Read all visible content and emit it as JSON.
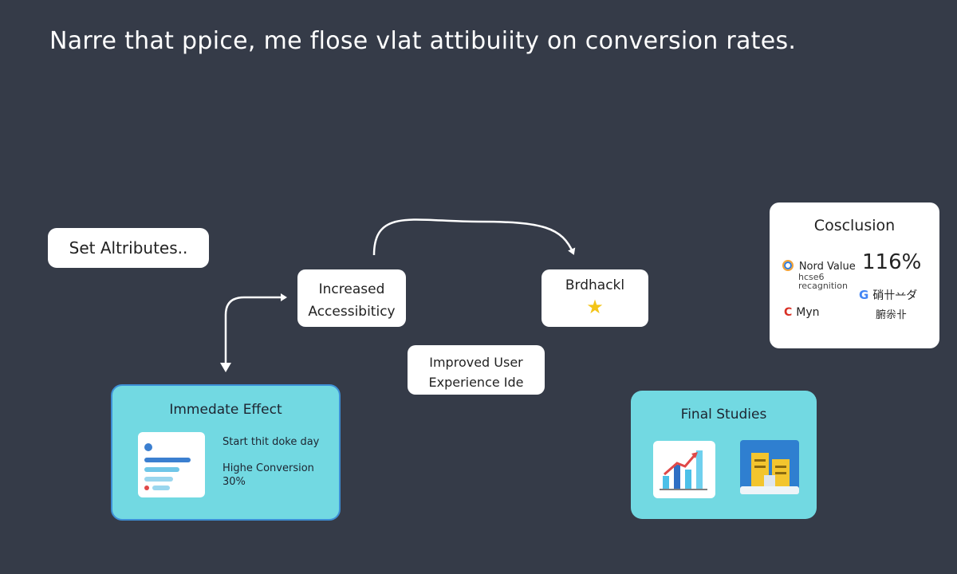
{
  "title": "Narre that ppice, me flose vlat attibuiity on conversion rates.",
  "nodes": {
    "set_attributes": "Set Altributes..",
    "increased": {
      "line1": "Increased",
      "line2": "Accessibiticy"
    },
    "brdhackl": "Brdhackl",
    "improved": {
      "line1": "Improved User",
      "line2": "Experience Ide"
    },
    "conclusion": {
      "title": "Cosclusion",
      "item1_label": "Nord Value",
      "item1_sub1": "hcse6",
      "item1_sub2": "recagnition",
      "big_value": "116%",
      "g_text": "硝卄䒑ダ",
      "cjk_text": "腑尜卝",
      "myn_label": "Myn"
    },
    "immediate_effect": {
      "title": "Immedate Effect",
      "text1": "Start thit doke day",
      "text2_line1": "Highe Conversion",
      "text2_line2": "30%"
    },
    "final_studies": {
      "title": "Final Studies"
    }
  },
  "icons": {
    "star": "star-icon",
    "ring": "ring-icon",
    "g_logo": "g-logo-icon",
    "c_logo": "c-logo-icon",
    "bar_chart": "bar-chart-icon",
    "building": "building-icon",
    "list_card": "list-card-icon"
  },
  "colors": {
    "background": "#353b48",
    "node": "#ffffff",
    "cyan_panel": "#72d9e2",
    "star": "#f3c417",
    "immediate_border": "#3d8fd6"
  }
}
